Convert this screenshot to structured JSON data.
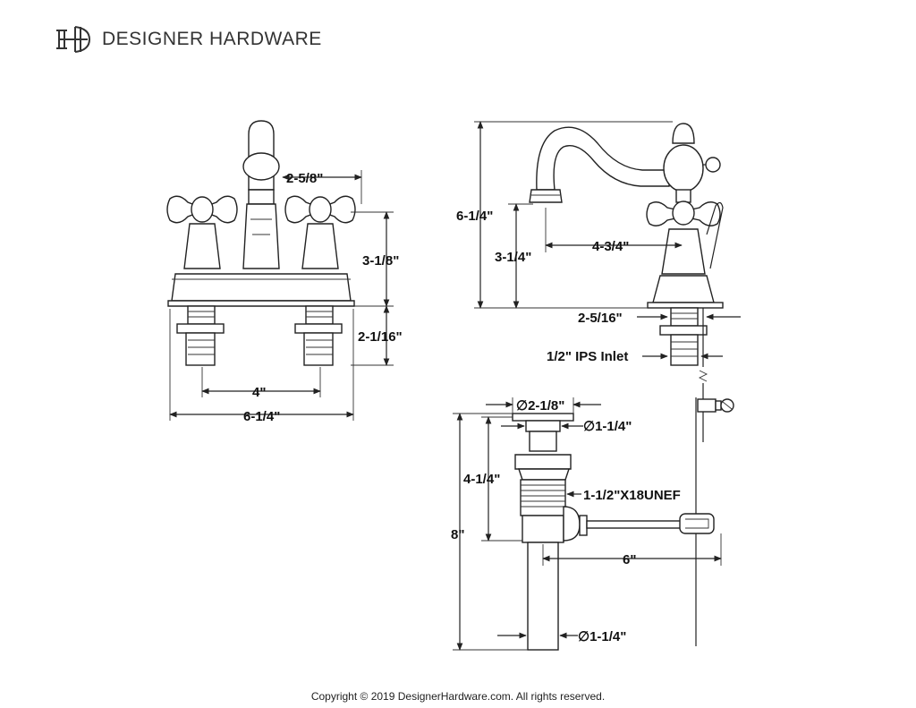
{
  "brand": {
    "name": "DESIGNER HARDWARE",
    "logo_letters": "DH"
  },
  "footer": {
    "copyright": "Copyright © 2019 DesignerHardware.com. All rights reserved."
  },
  "front_view": {
    "spout_offset": "2-5/8\"",
    "handle_height": "3-1/8\"",
    "shank_length": "2-1/16\"",
    "center_spacing": "4\"",
    "overall_width": "6-1/4\""
  },
  "side_view": {
    "overall_height": "6-1/4\"",
    "spout_height": "3-1/4\"",
    "spout_reach": "4-3/4\"",
    "shank_offset": "2-5/16\"",
    "inlet": "1/2\" IPS Inlet"
  },
  "drain": {
    "flange_diameter": "∅2-1/8\"",
    "top_diameter": "∅1-1/4\"",
    "thread": "1-1/2\"X18UNEF",
    "upper_length": "4-1/4\"",
    "overall_length": "8\"",
    "rod_length": "6\"",
    "tail_diameter": "∅1-1/4\""
  }
}
